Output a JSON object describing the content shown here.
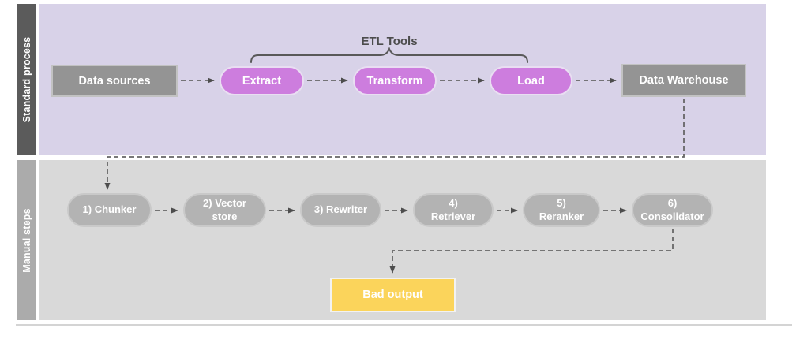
{
  "lanes": {
    "standard": {
      "label": "Standard process"
    },
    "manual": {
      "label": "Manual steps"
    }
  },
  "standard_process": {
    "data_sources": "Data sources",
    "etl_group_label": "ETL Tools",
    "extract": "Extract",
    "transform": "Transform",
    "load": "Load",
    "data_warehouse": "Data Warehouse"
  },
  "manual_steps": {
    "chunker": "1) Chunker",
    "vector_store": "2) Vector store",
    "rewriter": "3) Rewriter",
    "retriever": "4) Retriever",
    "reranker": "5) Reranker",
    "consolidator": "6) Consolidator",
    "bad_output": "Bad output"
  },
  "colors": {
    "standard_lane_background": "#d8d2e8",
    "standard_lane_band": "#5b5b5b",
    "manual_lane_background": "#d9d9d9",
    "manual_lane_band": "#ababab",
    "etl_pill_fill": "#cd7dde",
    "process_box_fill": "#949494",
    "manual_pill_fill": "#b3b3b3",
    "bad_output_fill": "#fbd45b",
    "connector_stroke": "#666666",
    "brace_stroke": "#595959",
    "label_text": "#ffffff"
  }
}
